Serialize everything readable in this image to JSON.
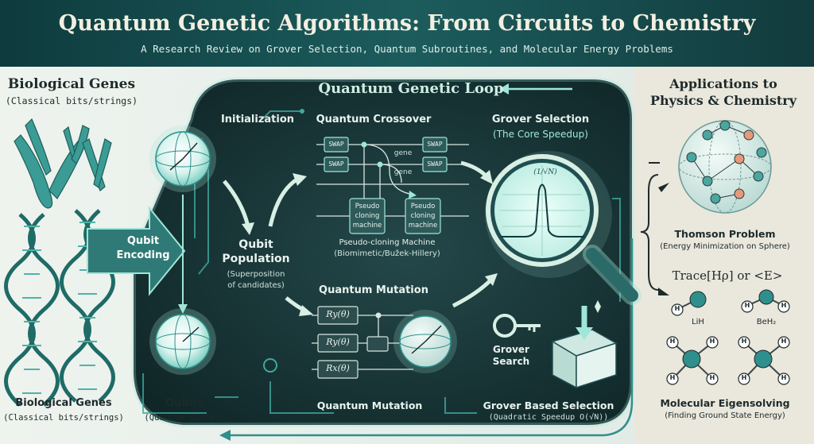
{
  "header": {
    "title": "Quantum Genetic Algorithms: From Circuits to Chemistry",
    "subtitle": "A Research Review on Grover Selection, Quantum Subroutines, and Molecular Energy Problems"
  },
  "left": {
    "top_title": "Biological Genes",
    "top_sub": "(Classical bits/strings)",
    "arrow_label_1": "Qubit",
    "arrow_label_2": "Encoding",
    "bottom_title": "Biological Genes",
    "bottom_sub": "(Classical bits/strings)"
  },
  "loop": {
    "title": "Quantum Genetic Loop",
    "init": "Initialization",
    "population_1": "Qubit",
    "population_2": "Population",
    "population_sub_1": "(Superposition",
    "population_sub_2": "of candidates)",
    "qubits": "Qubits",
    "qubits_sub": "(Quantum States)"
  },
  "crossover": {
    "title": "Quantum Crossover",
    "swap": "SWAP",
    "gene": "gene",
    "machine_1": "Pseudo",
    "machine_2": "cloning",
    "machine_3": "machine",
    "caption": "Pseudo-cloning Machine",
    "caption_sub": "(Biomimetic/Bužek-Hillery)"
  },
  "mutation": {
    "title": "Quantum Mutation",
    "gate_ry": "Ry(θ)",
    "gate_rx": "Rx(θ)",
    "bottom_label": "Quantum Mutation"
  },
  "grover": {
    "title": "Grover Selection",
    "sub": "(The Core Speedup)",
    "panel_label": "(1/√N)",
    "search_1": "Grover",
    "search_2": "Search",
    "bottom_title": "Grover Based Selection",
    "bottom_sub": "(Quadratic Speedup O(√N))"
  },
  "apps": {
    "title_1": "Applications to",
    "title_2": "Physics & Chemistry",
    "thomson": "Thomson Problem",
    "thomson_sub": "(Energy Minimization on Sphere)",
    "formula": "Trace[Hρ] or <E>",
    "lih": "LiH",
    "beh2": "BeH₂",
    "eigen": "Molecular Eigensolving",
    "eigen_sub": "(Finding Ground State Energy)",
    "atom_h": "H"
  },
  "colors": {
    "teal_dark": "#123a3c",
    "teal": "#2f8f8c",
    "glow": "#9fe6d8",
    "cream": "#f3efe1",
    "ink": "#1d2a2b"
  }
}
